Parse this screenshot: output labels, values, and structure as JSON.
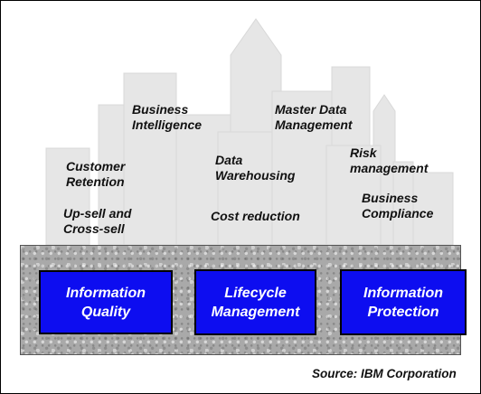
{
  "labels": {
    "business_intelligence": "Business\nIntelligence",
    "master_data_management": "Master Data\nManagement",
    "customer_retention": "Customer\nRetention",
    "data_warehousing": "Data\nWarehousing",
    "risk_management": "Risk\nmanagement",
    "business_compliance": "Business\nCompliance",
    "upsell_crosssell": "Up-sell and\nCross-sell",
    "cost_reduction": "Cost reduction"
  },
  "pillars": {
    "information_quality": "Information\nQuality",
    "lifecycle_management": "Lifecycle\nManagement",
    "information_protection": "Information\nProtection"
  },
  "source": "Source: IBM Corporation",
  "colors": {
    "pillar_fill": "#0d0df0",
    "skyline": "#e6e6e6",
    "foundation": "#a9a9a9"
  }
}
